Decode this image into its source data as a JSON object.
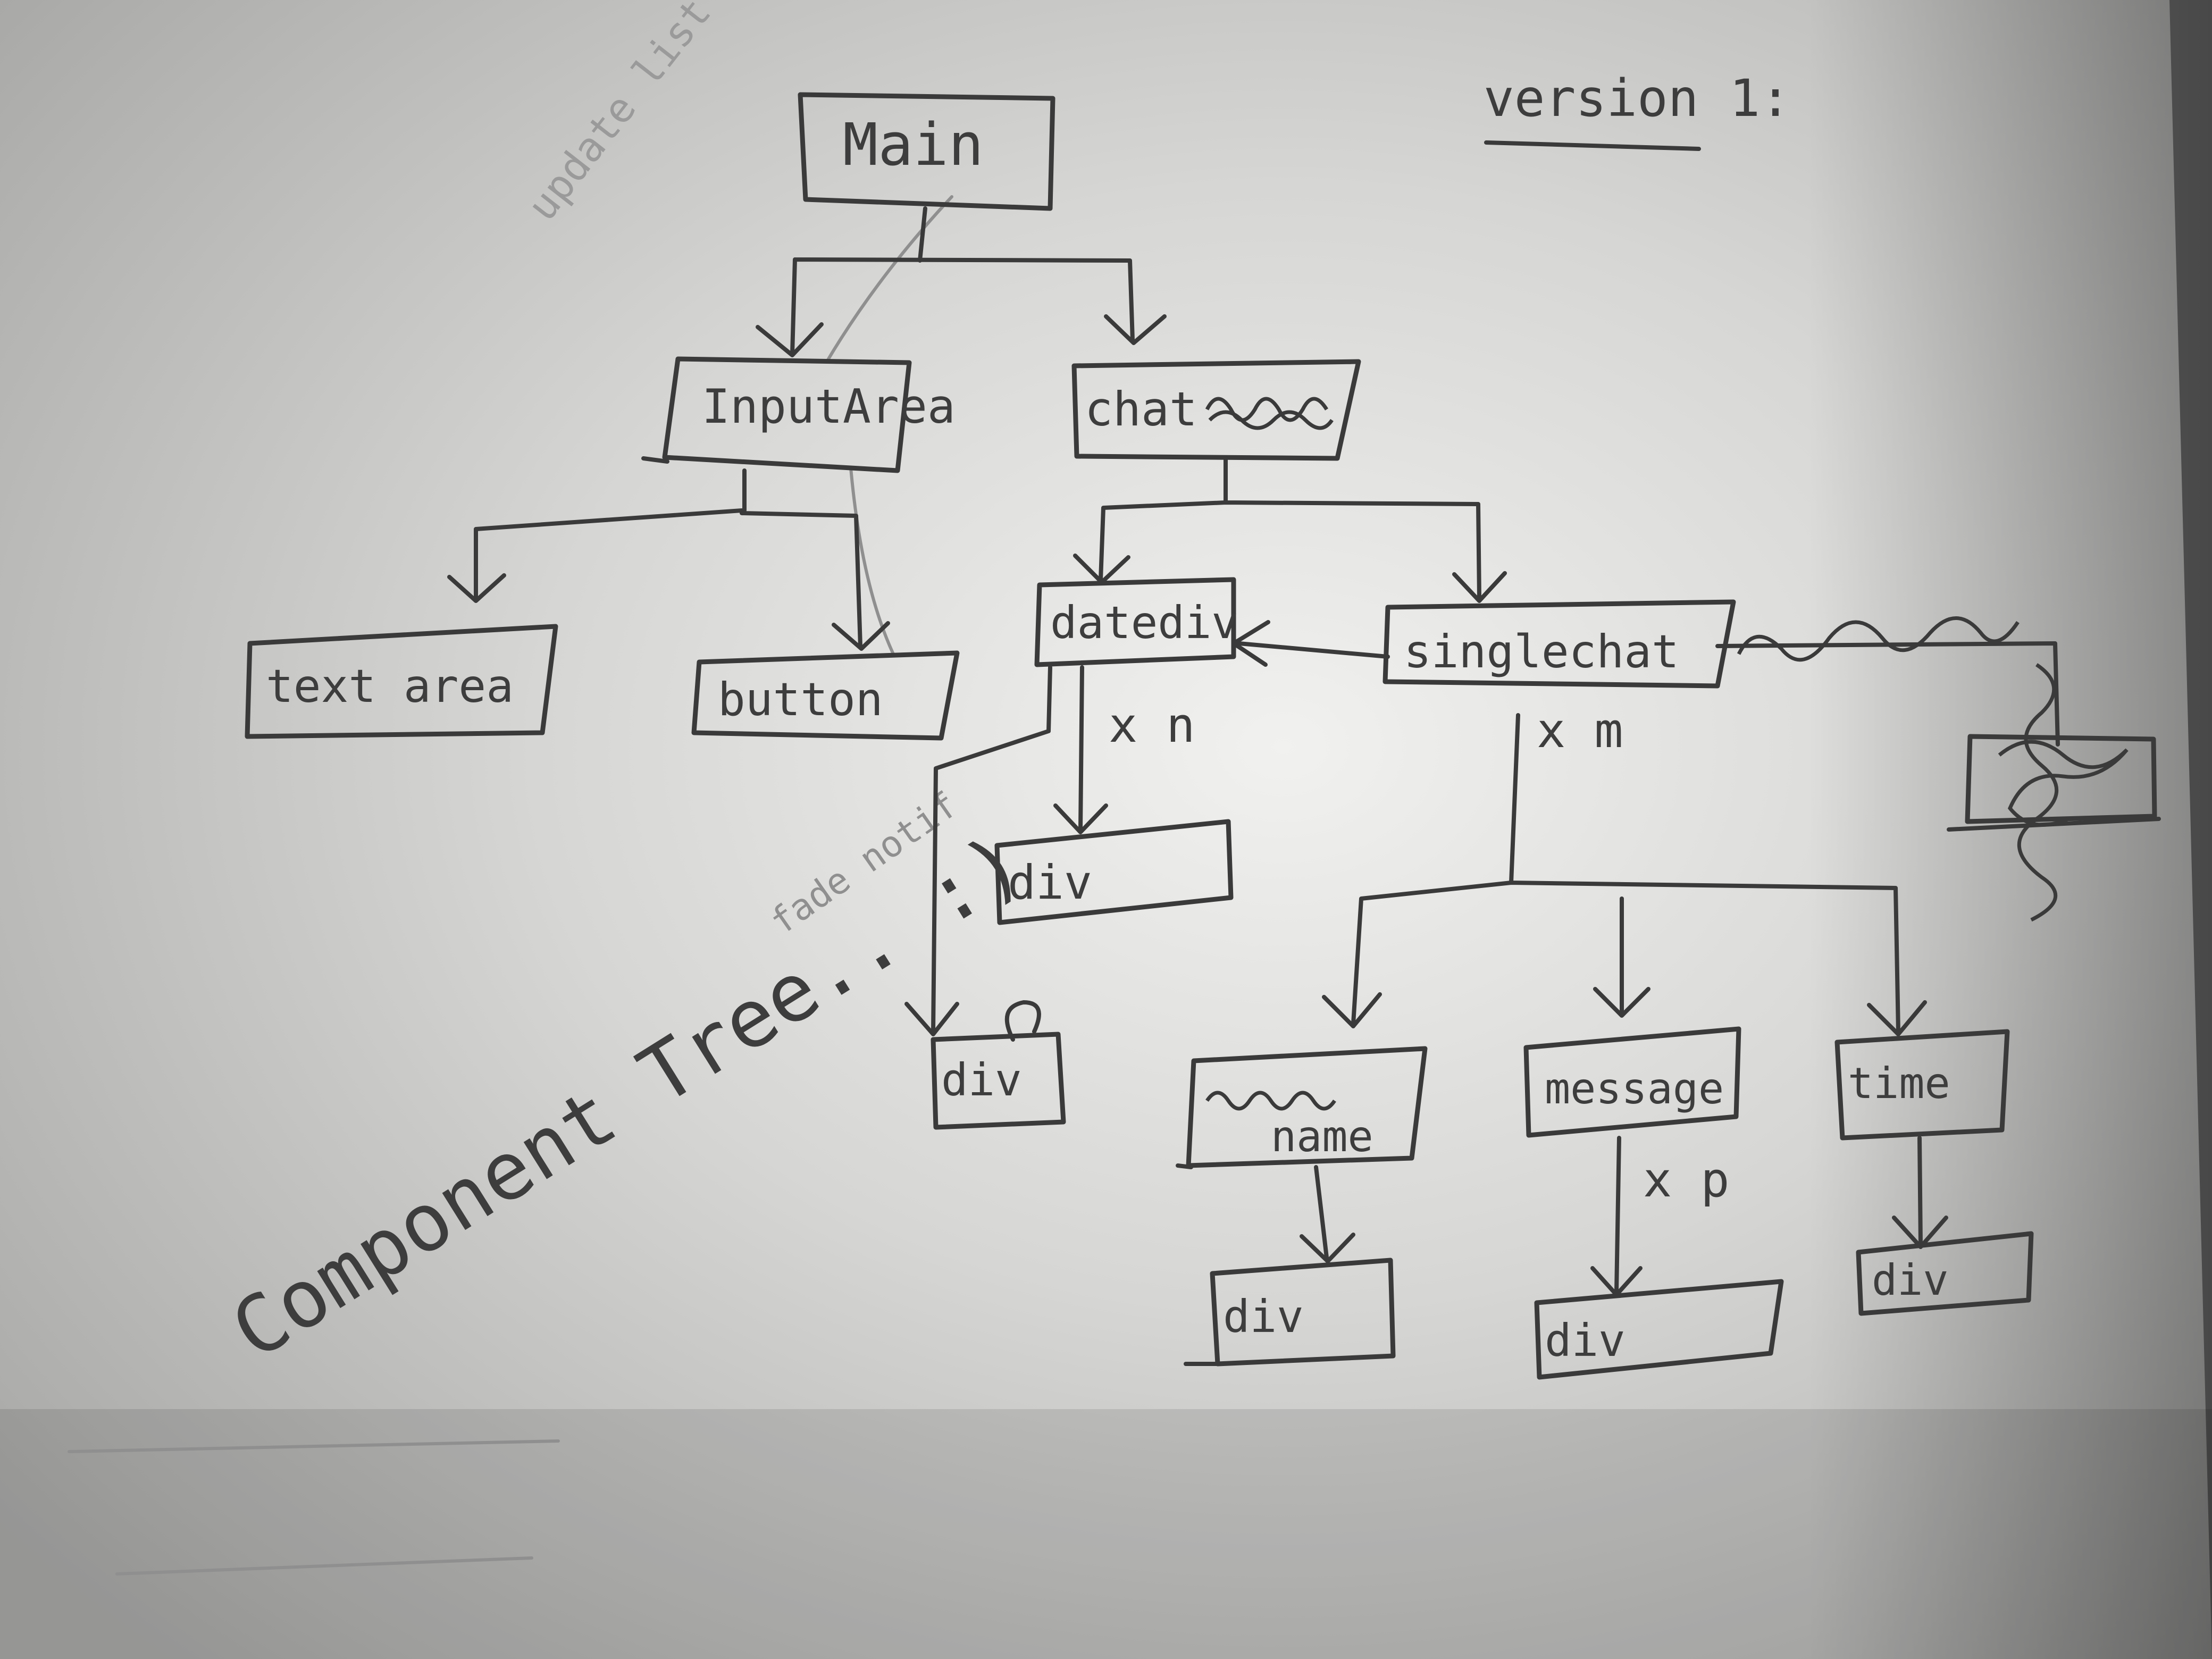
{
  "version_label": "version 1:",
  "caption": "Component Tree.. :)",
  "faint_notes": {
    "main_arrow": "update list",
    "div_arrow": "fade notif"
  },
  "nodes": {
    "main": "Main",
    "input": "InputArea",
    "chat": "chat",
    "textarea": "text area",
    "button": "button",
    "datediv": "datediv",
    "singlechat": "singlechat",
    "datediv_child_div": "div",
    "notif_div": "div",
    "name": "name",
    "message": "message",
    "time": "time",
    "name_div": "div",
    "message_div": "div",
    "time_div": "div"
  },
  "multipliers": {
    "datediv": "x n",
    "singlechat": "x m",
    "message": "x p"
  }
}
